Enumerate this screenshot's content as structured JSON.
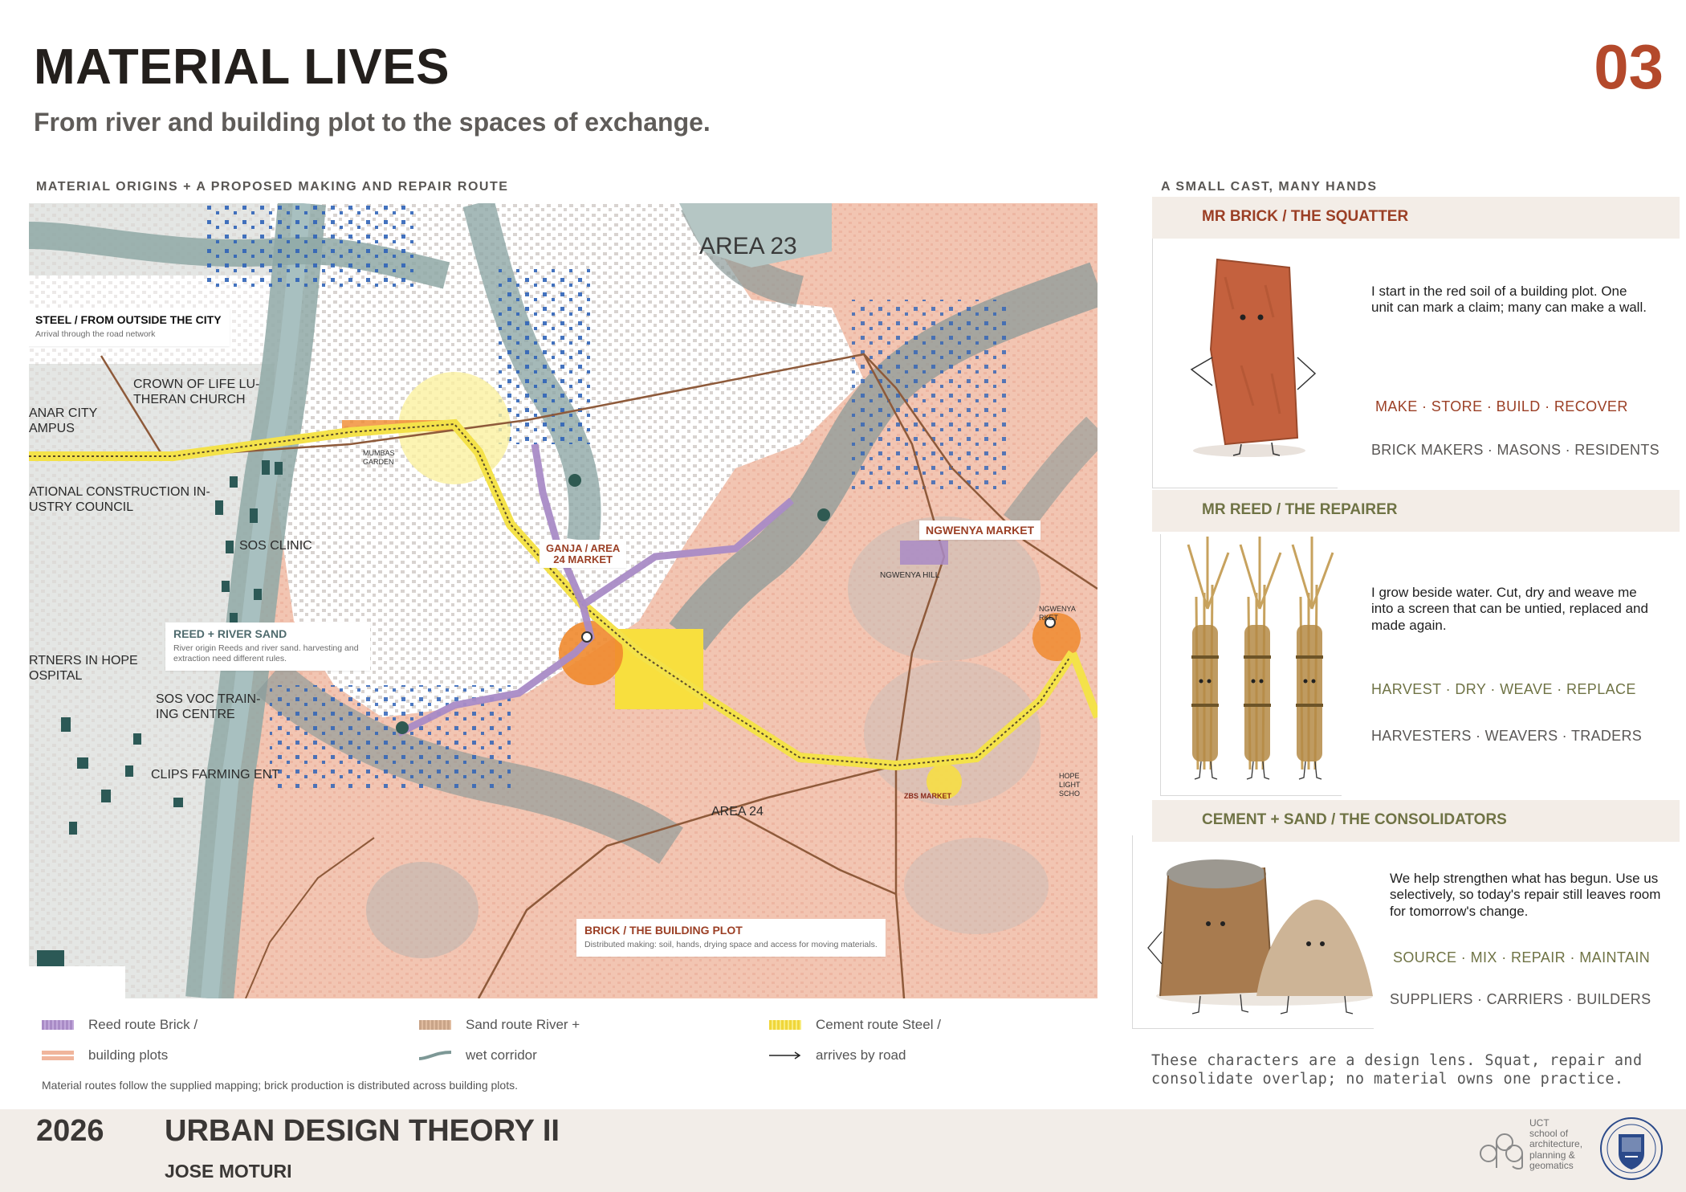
{
  "header": {
    "title": "MATERIAL LIVES",
    "subtitle": "From river and building plot to the spaces of exchange.",
    "page_number": "03"
  },
  "map_section": {
    "label": "MATERIAL ORIGINS + A PROPOSED MAKING AND REPAIR ROUTE",
    "place_labels": {
      "area23": "AREA 23",
      "area24": "AREA 24",
      "crown": "CROWN OF LIFE LU-\nTHERAN CHURCH",
      "campus": "ANAR CITY\nAMPUS",
      "council": "ATIONAL CONSTRUCTION IN-\nUSTRY COUNCIL",
      "sos_clinic": "SOS CLINIC",
      "hope": "RTNERS IN HOPE\nOSPITAL",
      "sos_voc": "SOS VOC TRAIN-\nING CENTRE",
      "clips": "CLIPS FARMING ENT",
      "mumbas": "MUMBAS\nGARDEN",
      "ngwenya_hill": "NGWENYA HILL",
      "ngwenya_mkt_small": "NGWENYA\nRKET",
      "zbs": "ZBS MARKET",
      "hope_school": "HOPE\nLIGHT\nSCHO"
    },
    "callouts": {
      "steel": {
        "title": "STEEL / FROM OUTSIDE THE CITY",
        "sub": "Arrival through the road network"
      },
      "reed": {
        "title": "REED + RIVER SAND",
        "sub": "River origin Reeds and river sand. harvesting and extraction need different rules."
      },
      "brick": {
        "title": "BRICK / THE BUILDING PLOT",
        "sub": "Distributed making: soil, hands, drying space and access for moving materials."
      },
      "ganja": {
        "title": "GANJA / AREA\n24 MARKET"
      },
      "ngwenya": {
        "title": "NGWENYA MARKET"
      }
    },
    "legend": {
      "reed_route": "Reed route Brick /",
      "sand_route": "Sand route River +",
      "cement_route": "Cement route Steel /",
      "plots": "building plots",
      "wet": "wet corridor",
      "road": "arrives by road"
    },
    "footnote": "Material routes follow the supplied mapping; brick production is distributed across building plots."
  },
  "cast_section": {
    "label": "A SMALL CAST, MANY HANDS",
    "characters": [
      {
        "name": "MR BRICK / THE SQUATTER",
        "text": "I start in the red soil of a building plot. One unit can mark a claim; many can make a wall.",
        "verbs": "MAKE · STORE · BUILD · RECOVER",
        "makers": "BRICK MAKERS · MASONS · RESIDENTS"
      },
      {
        "name": "MR REED / THE REPAIRER",
        "text": "I grow beside water. Cut, dry and weave me into a screen that can be untied, replaced and made again.",
        "verbs": "HARVEST · DRY · WEAVE · REPLACE",
        "makers": "HARVESTERS · WEAVERS · TRADERS"
      },
      {
        "name": "CEMENT + SAND / THE CONSOLIDATORS",
        "text": "We help strengthen what has begun. Use us selectively, so today's repair still leaves room for tomorrow's change.",
        "verbs": "SOURCE · MIX · REPAIR · MAINTAIN",
        "makers": "SUPPLIERS · CARRIERS · BUILDERS"
      }
    ],
    "note": "These characters are a design lens. Squat, repair and consolidate overlap; no material owns one practice."
  },
  "footer": {
    "year": "2026",
    "course": "URBAN DESIGN THEORY II",
    "author": "JOSE MOTURI",
    "logo_text": "UCT\nschool of\narchitecture,\nplanning &\ngeomatics"
  },
  "colors": {
    "accent_red": "#b4492b",
    "brick_name": "#9b3f25",
    "olive": "#6f7345",
    "pink_ground": "#f2c5b2",
    "river": "#8fa8a6",
    "reed_route": "#a98bc6",
    "cement_route": "#f0e04a"
  }
}
